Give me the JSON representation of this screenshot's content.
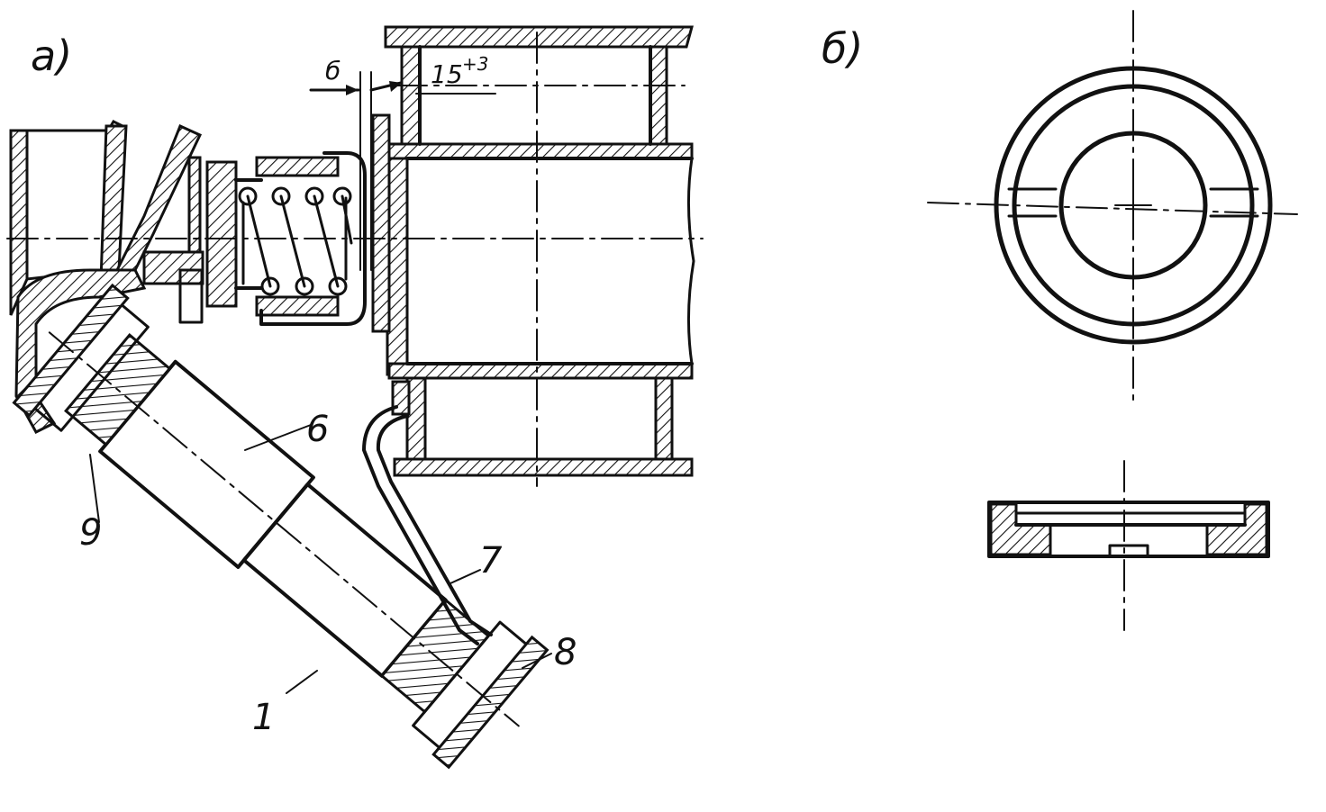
{
  "figure": {
    "view_a_label": "а)",
    "view_b_label": "б)",
    "callouts": {
      "c1": "1",
      "c6": "6",
      "c7": "7",
      "c8": "8",
      "c9": "9"
    },
    "gap_label": "б",
    "dimension": {
      "base": "15",
      "tolerance": "+3"
    }
  },
  "colors": {
    "ink": "#111111",
    "paper": "#ffffff"
  }
}
